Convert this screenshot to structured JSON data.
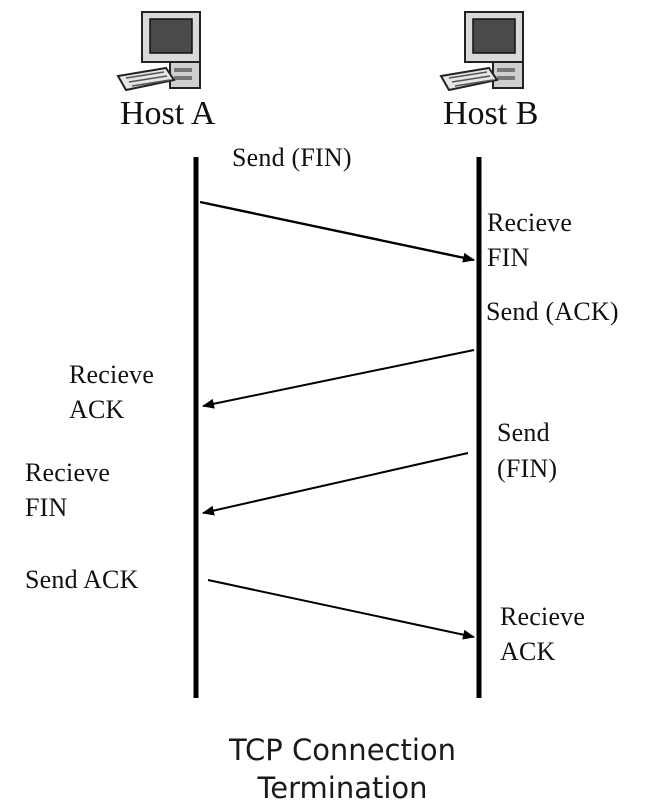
{
  "hosts": {
    "a": {
      "name": "Host A",
      "icon": "computer-icon"
    },
    "b": {
      "name": "Host B",
      "icon": "computer-icon"
    }
  },
  "steps": [
    {
      "from": "A",
      "to": "B",
      "sender_label": [
        "Send (FIN)"
      ],
      "receiver_label": [
        "Recieve",
        "FIN"
      ]
    },
    {
      "from": "B",
      "to": "A",
      "sender_label": [
        "Send (ACK)"
      ],
      "receiver_label": [
        "Recieve",
        "ACK"
      ]
    },
    {
      "from": "B",
      "to": "A",
      "sender_label": [
        "Send",
        "(FIN)"
      ],
      "receiver_label": [
        "Recieve",
        "FIN"
      ]
    },
    {
      "from": "A",
      "to": "B",
      "sender_label": [
        "Send ACK"
      ],
      "receiver_label": [
        "Recieve",
        "ACK"
      ]
    }
  ],
  "caption": [
    "TCP Connection",
    "Termination"
  ],
  "colors": {
    "line": "#000000",
    "text": "#111111"
  }
}
